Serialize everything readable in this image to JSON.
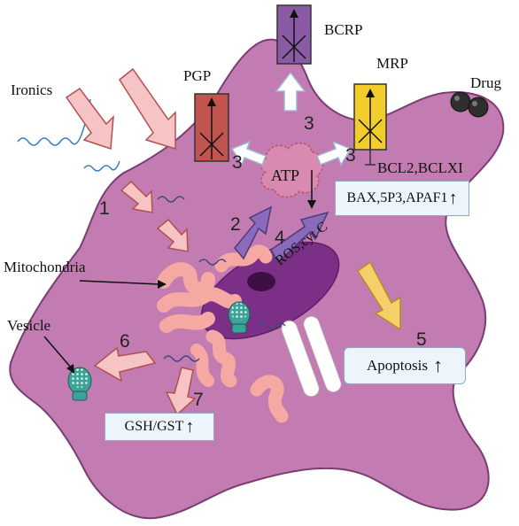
{
  "labels": {
    "ironics": "Ironics",
    "pgp": "PGP",
    "bcrp": "BCRP",
    "mrp": "MRP",
    "drug": "Drug",
    "atp": "ATP",
    "bcl": "BCL2,BCLXI",
    "bax": "BAX,5P3,APAF1",
    "ros": "ROS,cyt C",
    "mitochondria": "Mitochondria",
    "vesicle": "Vesicle",
    "apoptosis": "Apoptosis",
    "gsh": "GSH/GST",
    "up_arrow": "↑"
  },
  "steps": {
    "s1": "1",
    "s2": "2",
    "s3a": "3",
    "s3b": "3",
    "s3c": "3",
    "s4": "4",
    "s5": "5",
    "s6": "6",
    "s7": "7"
  },
  "colors": {
    "cell": "#c37cb2",
    "cell_border": "#7a3d72",
    "nucleus": "#7c2f86",
    "mito": "#f6a8a2",
    "pgp": "#c25450",
    "bcrp": "#8a5aa5",
    "mrp": "#f2cd2c",
    "arrow_pink": "#f6c4c4",
    "arrow_purple": "#8a6aba",
    "arrow_yellow": "#f3d06a",
    "box_fill": "#eef4fb"
  }
}
